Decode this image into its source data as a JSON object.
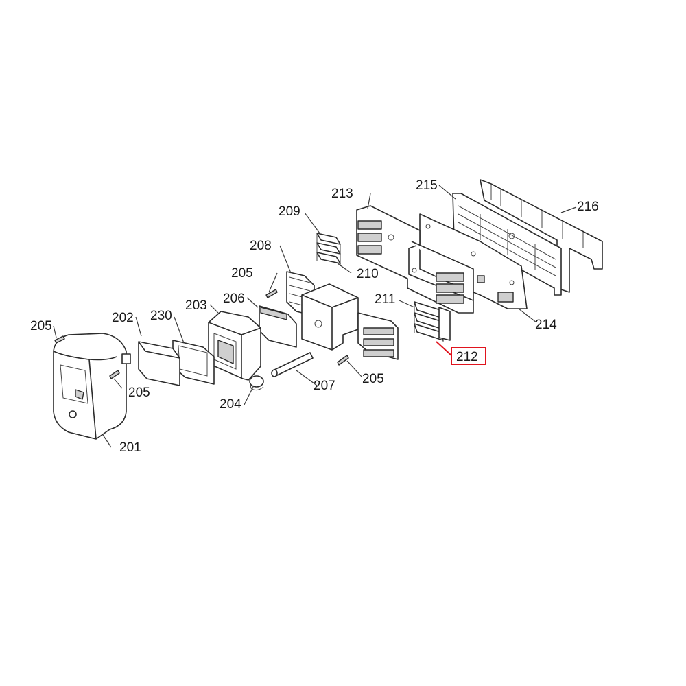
{
  "callouts": {
    "c201": "201",
    "c202": "202",
    "c203": "203",
    "c204": "204",
    "c205a": "205",
    "c205b": "205",
    "c205c": "205",
    "c205d": "205",
    "c206": "206",
    "c207": "207",
    "c208": "208",
    "c209": "209",
    "c210": "210",
    "c211": "211",
    "c212": "212",
    "c213": "213",
    "c214": "214",
    "c215": "215",
    "c216": "216",
    "c230": "230"
  },
  "highlight": {
    "part": "212",
    "color": "#e0141e"
  },
  "colors": {
    "line": "#2b2b2b",
    "fill": "#ffffff",
    "shade": "#cfcfcf"
  }
}
